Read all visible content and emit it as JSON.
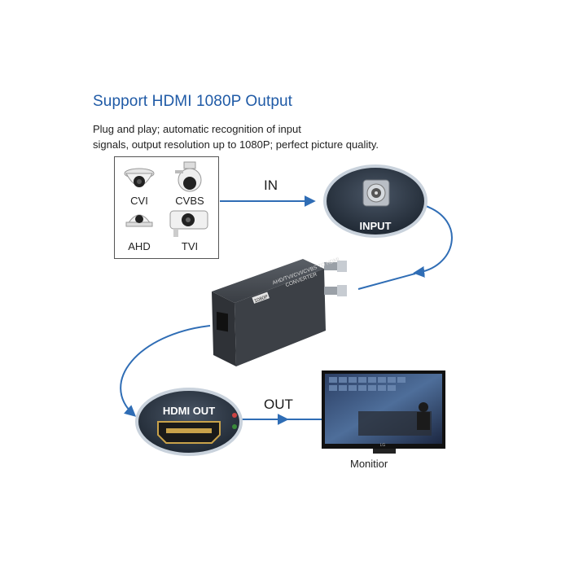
{
  "headline": "Support HDMI 1080P Output",
  "description": {
    "line1": "Plug and play; automatic recognition of input",
    "line2": "signals, output resolution up to 1080P; perfect picture quality."
  },
  "cameras": {
    "cvi": "CVI",
    "cvbs": "CVBS",
    "ahd": "AHD",
    "tvi": "TVI"
  },
  "flow": {
    "in_label": "IN",
    "out_label": "OUT"
  },
  "input_bubble": {
    "label": "INPUT"
  },
  "hdmi_bubble": {
    "label": "HDMI OUT"
  },
  "converter": {
    "text_line1": "AHD/TVI/CVI/CVBS TO HDMI",
    "text_line2": "CONVERTER",
    "badge": "1080P"
  },
  "monitor": {
    "label": "Monitior"
  },
  "colors": {
    "headline": "#1f5aa6",
    "arrow": "#2f6db5",
    "bubble_fill": "#2e3a4a",
    "bubble_border": "#c9d2dc",
    "device": "#3c4046"
  }
}
